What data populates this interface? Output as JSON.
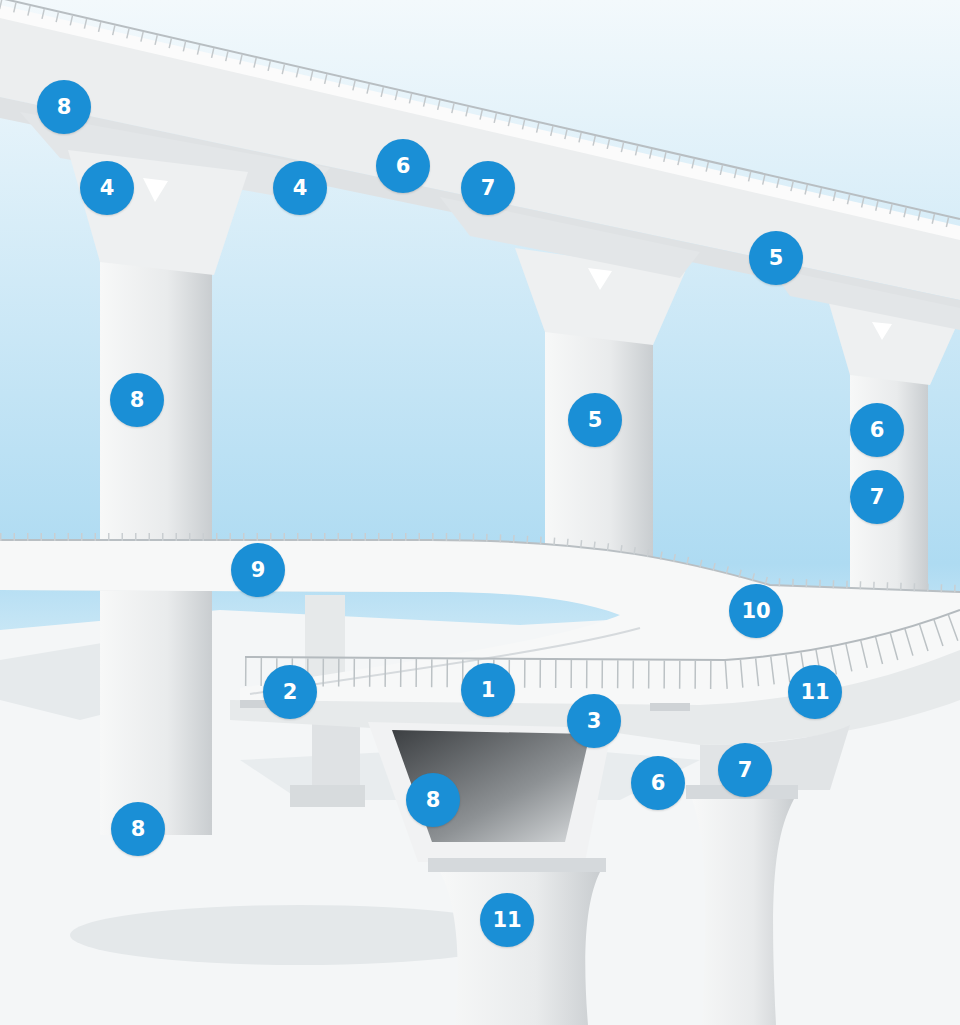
{
  "diagram": {
    "labels": [
      "8",
      "6",
      "4",
      "4",
      "7",
      "5",
      "8",
      "5",
      "6",
      "7",
      "9",
      "10",
      "1",
      "2",
      "11",
      "3",
      "7",
      "6",
      "8",
      "8",
      "11"
    ]
  }
}
